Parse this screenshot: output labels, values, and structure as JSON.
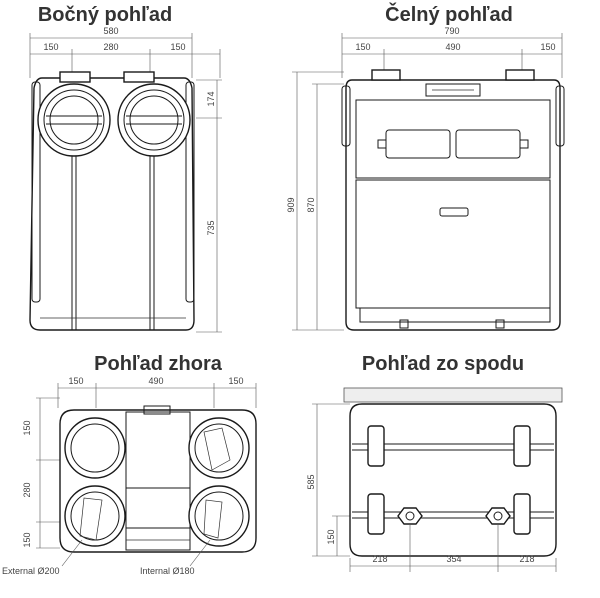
{
  "views": {
    "side": {
      "title": "Bočný pohľad"
    },
    "front": {
      "title": "Čelný pohľad"
    },
    "top": {
      "title": "Pohľad zhora"
    },
    "bottom": {
      "title": "Pohľad zo spodu"
    }
  },
  "dimensions": {
    "side_width": "580",
    "side_left": "150",
    "side_mid": "280",
    "side_right": "150",
    "side_top_height": "174",
    "side_lower_height": "735",
    "front_width": "790",
    "front_left": "150",
    "front_mid": "490",
    "front_right": "150",
    "front_total_height": "909",
    "front_body_height": "870",
    "top_left": "150",
    "top_mid": "490",
    "top_right": "150",
    "top_v1": "150",
    "top_v2": "280",
    "top_v3": "150",
    "bottom_depth": "585",
    "bottom_v": "150",
    "bottom_left": "218",
    "bottom_mid": "354",
    "bottom_right": "218"
  },
  "labels": {
    "external": "External Ø200",
    "internal": "Internal Ø180"
  },
  "colors": {
    "outline": "#1a1a1a",
    "dimension": "#555555",
    "text": "#333333",
    "ceiling": "#eeeeee"
  }
}
